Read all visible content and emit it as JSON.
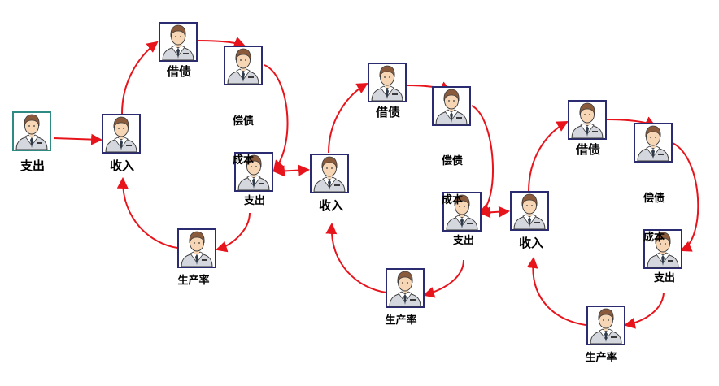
{
  "labels": {
    "spend_start": "支出",
    "c1_income": "收入",
    "c1_borrow": "借债",
    "c1_cost_l1": "偿债",
    "c1_cost_l2": "成本",
    "c1_spend": "支出",
    "c1_productivity": "生产率",
    "c2_income": "收入",
    "c2_borrow": "借债",
    "c2_cost_l1": "偿债",
    "c2_cost_l2": "成本",
    "c2_spend": "支出",
    "c2_productivity": "生产率",
    "c3_income": "收入",
    "c3_borrow": "借债",
    "c3_cost_l1": "偿债",
    "c3_cost_l2": "成本",
    "c3_spend": "支出",
    "c3_productivity": "生产率"
  },
  "colors": {
    "arrow": "#e8141c",
    "node_border": "#2b2b72",
    "start_node_border": "#2f8a84",
    "hair": "#8a5a3c",
    "skin": "#f6d6b4",
    "shirt": "#ffffff",
    "suit": "#d4d7dd",
    "tie": "#2f3a4a"
  },
  "icons": {
    "person": "person-icon"
  }
}
